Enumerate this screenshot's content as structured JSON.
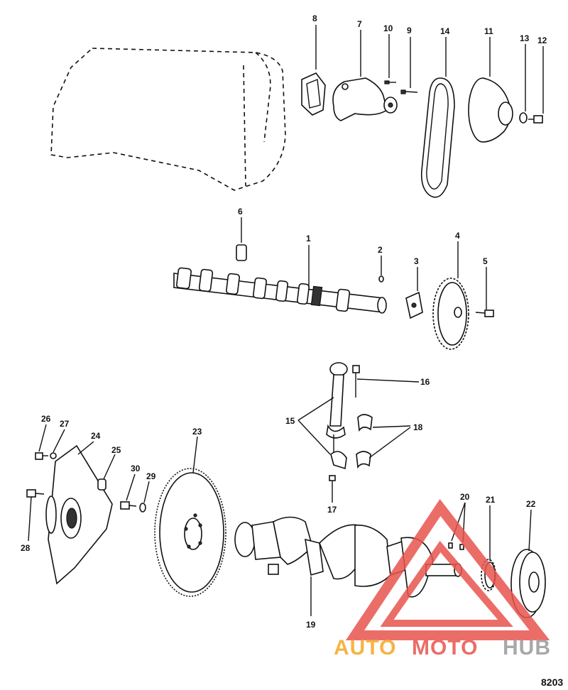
{
  "callouts": {
    "c1": "1",
    "c2": "2",
    "c3": "3",
    "c4": "4",
    "c5": "5",
    "c6": "6",
    "c7": "7",
    "c8": "8",
    "c9": "9",
    "c10": "10",
    "c11": "11",
    "c12": "12",
    "c13": "13",
    "c14": "14",
    "c15": "15",
    "c16": "16",
    "c17": "17",
    "c18": "18",
    "c19": "19",
    "c20": "20",
    "c21": "21",
    "c22": "22",
    "c23": "23",
    "c24": "24",
    "c25": "25",
    "c26": "26",
    "c27": "27",
    "c28": "28",
    "c29": "29",
    "c30": "30"
  },
  "figure_number": "8203",
  "watermark": {
    "part1": "AUTO",
    "part2": "MOTO",
    "part3": "HUB"
  },
  "colors": {
    "watermark_red": "#e8544e",
    "watermark_orange": "#f5a623",
    "watermark_gray": "#9a9a9a",
    "ink": "#111111"
  }
}
